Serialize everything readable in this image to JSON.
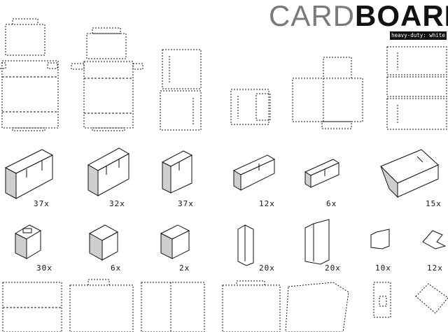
{
  "header": {
    "title_light": "CARD",
    "title_bold": "BOARD",
    "subtitle": "heavy-duty: white"
  },
  "row2_quantities": [
    "37x",
    "32x",
    "37x",
    "12x",
    "6x",
    "15x"
  ],
  "row3_quantities": [
    "30x",
    "6x",
    "2x",
    "20x",
    "20x",
    "10x",
    "12x"
  ],
  "colors": {
    "line": "#111111",
    "dash": "#555555",
    "fill": "#ffffff",
    "shade": "#cfcfcf"
  }
}
